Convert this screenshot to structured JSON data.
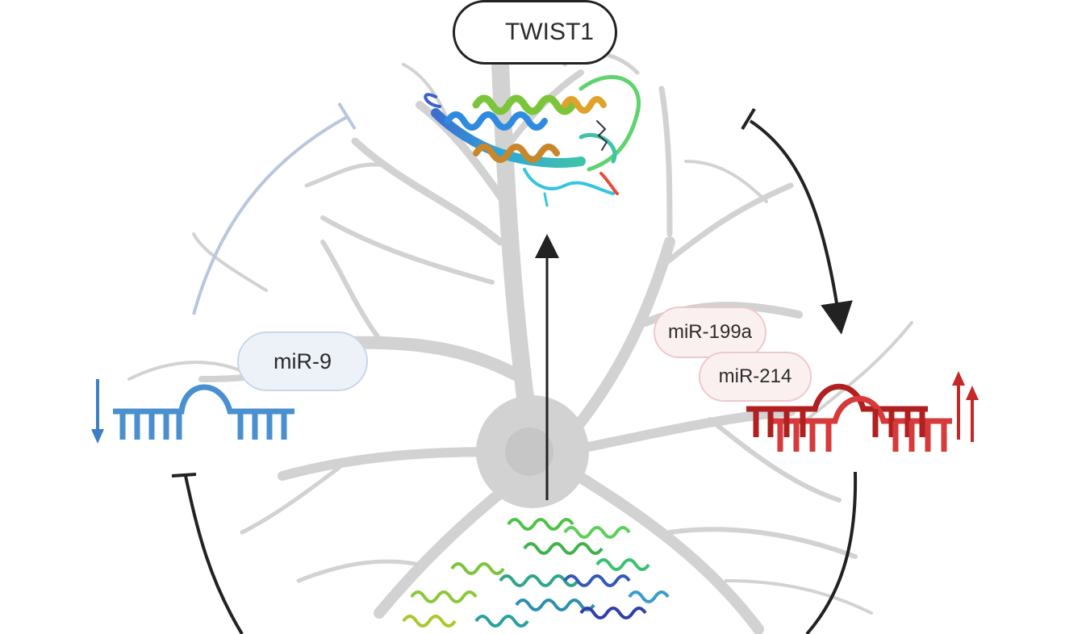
{
  "nodes": {
    "top": {
      "label": "TWIST1"
    },
    "left": {
      "label": "miR-9"
    },
    "right": {
      "labels": [
        "miR-199a",
        "miR-214"
      ]
    }
  },
  "icons": {
    "cell": "neuron-icon",
    "protein_top": "protein-ribbon-icon",
    "protein_bottom": "protein-complex-icon",
    "rna_left": "mirna-hairpin-icon",
    "rna_right": "mirna-hairpin-icon"
  },
  "colors": {
    "upregulated": "#c62828",
    "downregulated": "#3b7fc4",
    "neuron": "#cfcfcf",
    "inhibition_faded": "#b9c7dc",
    "edge": "#222222"
  },
  "regulation": {
    "twist1": "up",
    "mir9": "down",
    "mir199a_mir214": "up"
  }
}
